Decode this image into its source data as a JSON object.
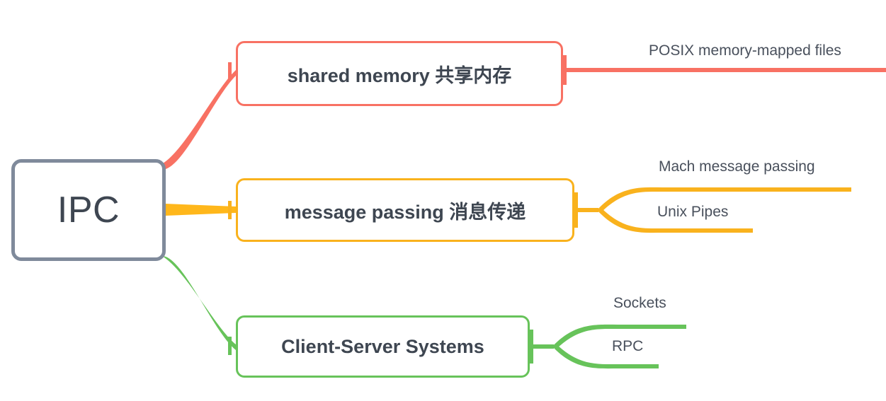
{
  "diagram": {
    "type": "mind-map",
    "title": "IPC",
    "background": "#ffffff",
    "root": {
      "label": "IPC",
      "color": "#7f8a9b"
    },
    "branches": [
      {
        "label": "shared memory 共享内存",
        "color": "#f87163",
        "children": [
          {
            "label": "POSIX memory-mapped files"
          }
        ]
      },
      {
        "label": "message passing 消息传递",
        "color": "#f9b21d",
        "children": [
          {
            "label": "Mach message passing"
          },
          {
            "label": "Unix Pipes"
          }
        ]
      },
      {
        "label": "Client-Server Systems",
        "color": "#67c35a",
        "children": [
          {
            "label": "Sockets"
          },
          {
            "label": "RPC"
          }
        ]
      }
    ]
  }
}
